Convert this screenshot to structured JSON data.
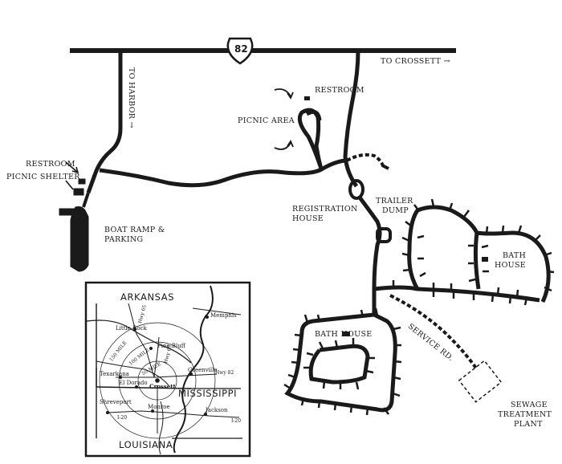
{
  "colors": {
    "road": "#1a1a1a",
    "paper": "#ffffff",
    "ink": "#1a1a1a"
  },
  "highway": {
    "number": "82"
  },
  "directions": {
    "to_crossett": "TO CROSSETT →",
    "to_harbor": "TO HARBOR →"
  },
  "facilities": {
    "restroom_top": "RESTROOM",
    "picnic_area": "PICNIC AREA",
    "restroom_left": "RESTROOM",
    "picnic_shelter": "PICNIC SHELTER",
    "boat_ramp_1": "BOAT RAMP &",
    "boat_ramp_2": "PARKING",
    "registration_1": "REGISTRATION",
    "registration_2": "HOUSE",
    "trailer_1": "TRAILER",
    "trailer_2": "DUMP",
    "bath_house_right_1": "BATH",
    "bath_house_right_2": "HOUSE",
    "bath_house_bottom": "BATH HOUSE",
    "service_road": "SERVICE RD.",
    "sewage_1": "SEWAGE",
    "sewage_2": "TREATMENT",
    "sewage_3": "PLANT"
  },
  "inset": {
    "states": {
      "arkansas": "ARKANSAS",
      "mississippi": "MISSISSIPPI",
      "louisiana": "LOUISIANA"
    },
    "cities": {
      "memphis": "Memphis",
      "little_rock": "Little Rock",
      "pine_bluff": "Pine Bluff",
      "texarkana": "Texarkana",
      "el_dorado": "El Dorado",
      "crossett": "Crossett",
      "greenville": "Greenville",
      "shreveport": "Shreveport",
      "monroe": "Monroe",
      "jackson": "Jackson"
    },
    "rings": {
      "r150": "150 MILE",
      "r100": "100 MILE",
      "r50": "50 MILE"
    },
    "highways": {
      "hwy65": "Hwy 65",
      "hwy65b": "Hwy 65",
      "hwy82": "Hwy 82",
      "i20": "I-20",
      "i20b": "I-20"
    }
  }
}
